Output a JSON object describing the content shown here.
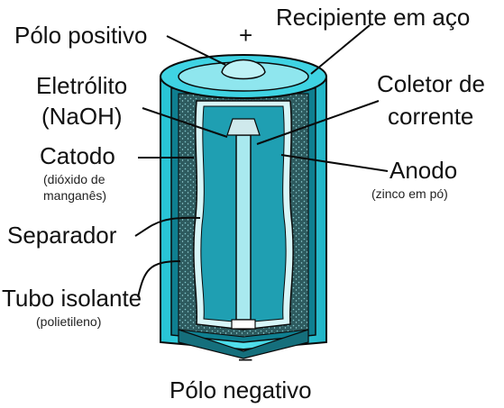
{
  "labels": {
    "polo_positivo": "Pólo positivo",
    "plus_sign": "+",
    "recipiente": "Recipiente em aço",
    "eletrolito": "Eletrólito",
    "eletrolito_sub": "(NaOH)",
    "coletor_line1": "Coletor de",
    "coletor_line2": "corrente",
    "catodo": "Catodo",
    "catodo_sub1": "(dióxido de",
    "catodo_sub2": "manganês)",
    "anodo": "Anodo",
    "anodo_sub": "(zinco em pó)",
    "separador": "Separador",
    "tubo_isolante": "Tubo isolante",
    "tubo_sub": "(polietileno)",
    "minus_sign": "–",
    "polo_negativo": "Pólo negativo"
  },
  "colors": {
    "casing": "#3fd3e3",
    "casing_dark": "#0f7f90",
    "inner_wall": "#8fe6ee",
    "cathode_mix": "#2e5b5f",
    "separator": "#d8f6f8",
    "anode_gel": "#1f9fb2",
    "collector": "#a9e9ef",
    "outline": "#0a0a0a"
  }
}
